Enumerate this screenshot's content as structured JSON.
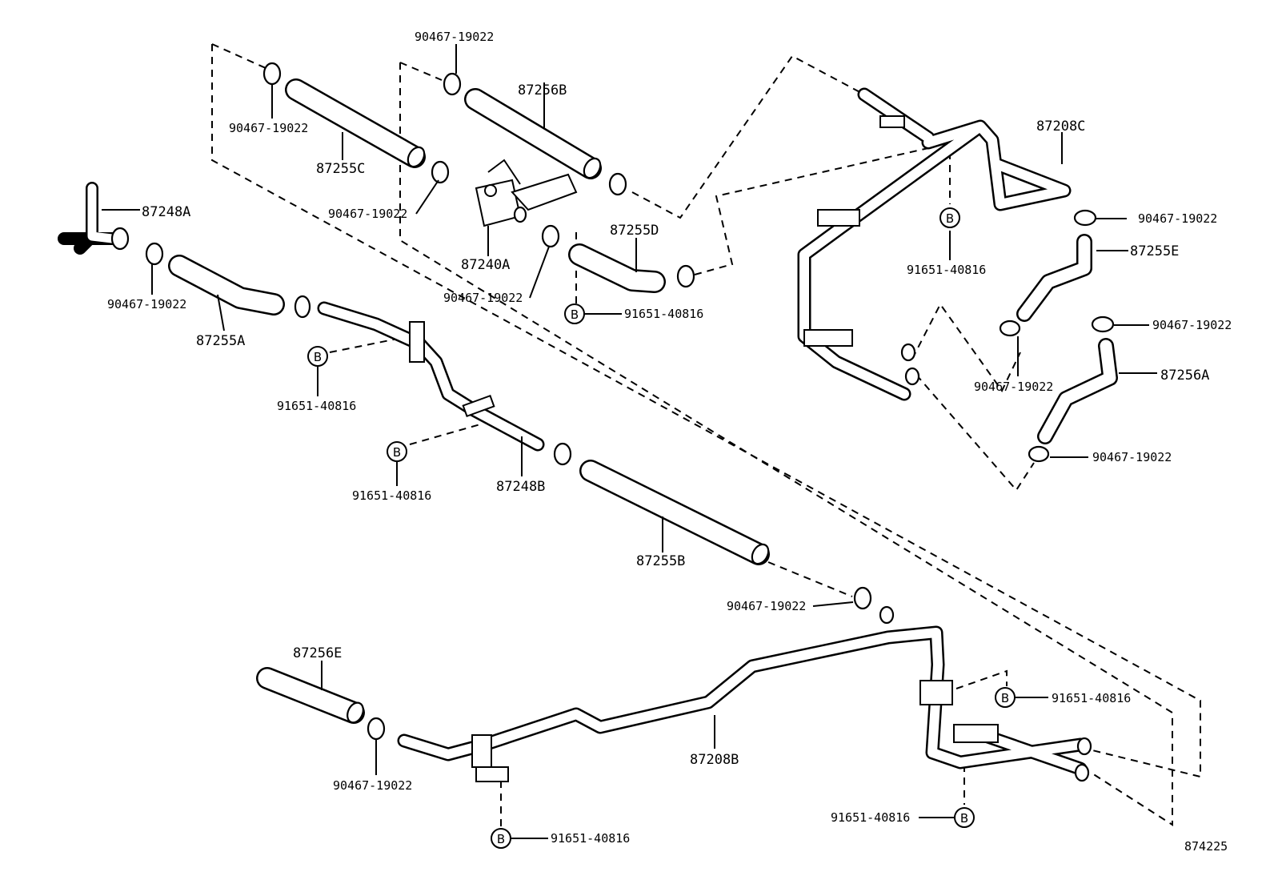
{
  "diagram": {
    "marker_letter": "B",
    "figure_number": "874225",
    "labels": {
      "clamp_top": "90467-19022",
      "clamp_left_top": "90467-19022",
      "hose_87255C": "87255C",
      "hose_87256B": "87256B",
      "pipe_87208C": "87208C",
      "clamp_mid_top": "90467-19022",
      "pipe_87248A": "87248A",
      "clamp_right_1": "90467-19022",
      "hose_87255D": "87255D",
      "hose_87255E": "87255E",
      "valve_87240A": "87240A",
      "bolt_right_top": "91651-40816",
      "clamp_left_mid": "90467-19022",
      "clamp_valve": "90467-19022",
      "bolt_valve": "91651-40816",
      "clamp_right_2": "90467-19022",
      "hose_87255A": "87255A",
      "hose_87256A": "87256A",
      "clamp_right_3": "90467-19022",
      "bolt_pipe_1": "91651-40816",
      "clamp_right_4": "90467-19022",
      "pipe_87248B": "87248B",
      "bolt_pipe_2": "91651-40816",
      "hose_87255B": "87255B",
      "clamp_lower_mid": "90467-19022",
      "hose_87256E": "87256E",
      "bolt_lower_right_1": "91651-40816",
      "pipe_87208B": "87208B",
      "clamp_lower_left": "90467-19022",
      "bolt_lower_right_2": "91651-40816",
      "bolt_lower_left": "91651-40816"
    }
  }
}
